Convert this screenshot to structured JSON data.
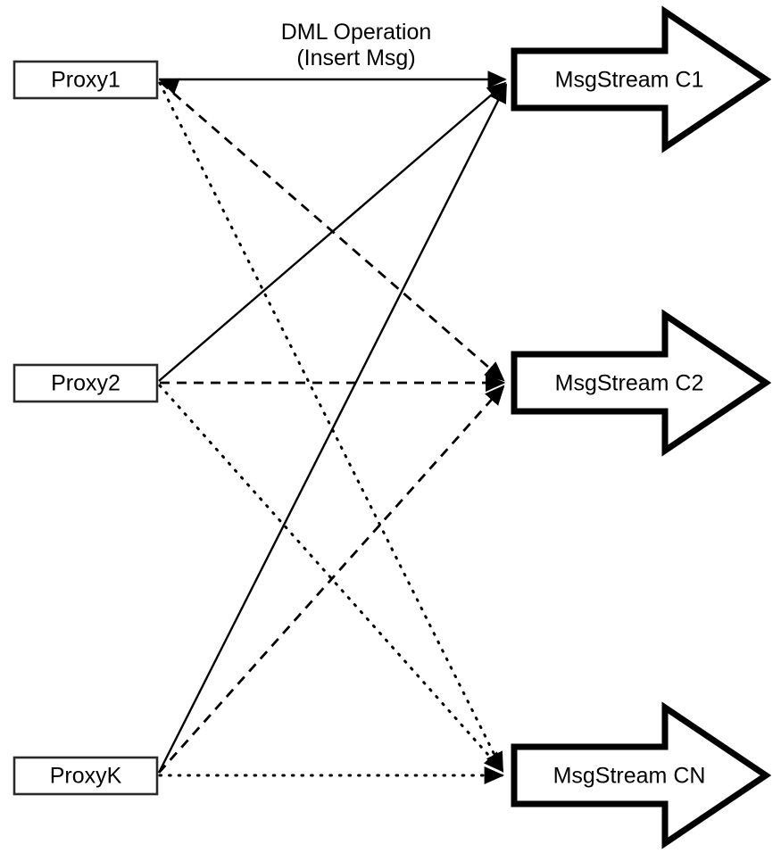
{
  "diagram": {
    "title": "Proxy to MsgStream routing diagram",
    "background_color": "#ffffff",
    "stroke_color": "#000000",
    "box_stroke_color": "#2a2a2a",
    "edge_caption": {
      "line1": "DML Operation",
      "line2": "(Insert Msg)"
    },
    "sources": [
      {
        "id": "proxy1",
        "label": "Proxy1"
      },
      {
        "id": "proxy2",
        "label": "Proxy2"
      },
      {
        "id": "proxyk",
        "label": "ProxyK"
      }
    ],
    "targets": [
      {
        "id": "stream-c1",
        "label": "MsgStream C1",
        "edge_style": "solid"
      },
      {
        "id": "stream-c2",
        "label": "MsgStream C2",
        "edge_style": "dashed"
      },
      {
        "id": "stream-cn",
        "label": "MsgStream CN",
        "edge_style": "dotted"
      }
    ],
    "edges": [
      {
        "from": "proxy1",
        "to": "stream-c1",
        "style": "solid"
      },
      {
        "from": "proxy1",
        "to": "stream-c2",
        "style": "dashed"
      },
      {
        "from": "proxy1",
        "to": "stream-cn",
        "style": "dotted"
      },
      {
        "from": "proxy2",
        "to": "stream-c1",
        "style": "solid"
      },
      {
        "from": "proxy2",
        "to": "stream-c2",
        "style": "dashed"
      },
      {
        "from": "proxy2",
        "to": "stream-cn",
        "style": "dotted"
      },
      {
        "from": "proxyk",
        "to": "stream-c1",
        "style": "solid"
      },
      {
        "from": "proxyk",
        "to": "stream-c2",
        "style": "dashed"
      },
      {
        "from": "proxyk",
        "to": "stream-cn",
        "style": "dotted"
      }
    ]
  }
}
